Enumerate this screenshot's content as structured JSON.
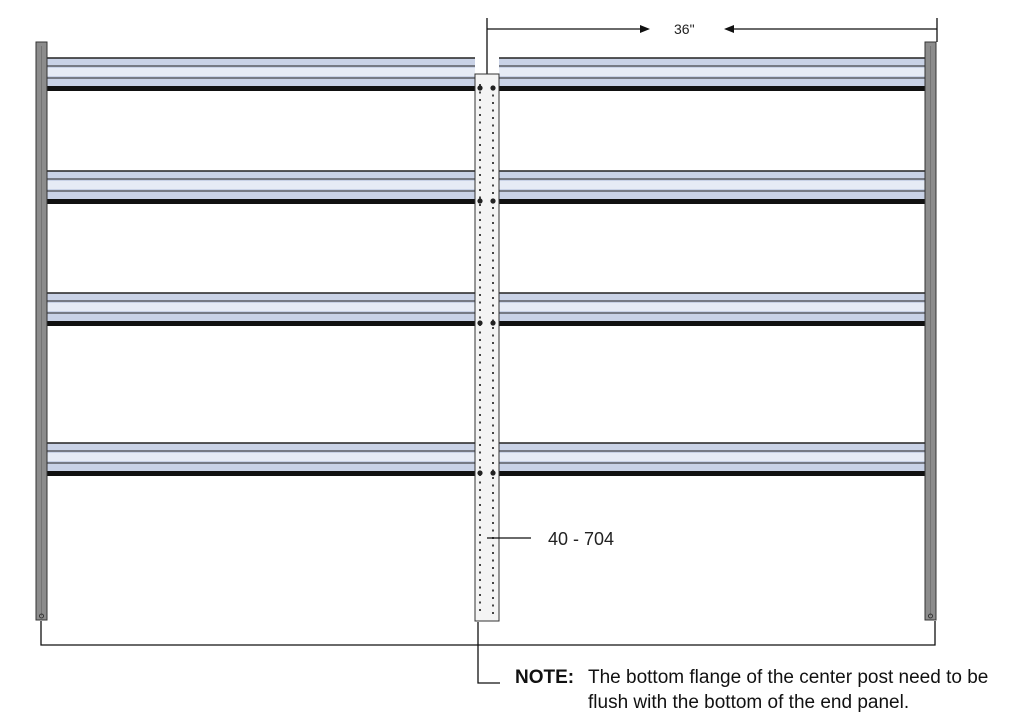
{
  "dimension": {
    "label": "36\""
  },
  "callout": {
    "part_number": "40 - 704"
  },
  "note": {
    "heading": "NOTE:",
    "line1": "The bottom flange of the center post need to be",
    "line2": "flush with the bottom of the end panel."
  },
  "colors": {
    "post": "#8c8c8c",
    "beam_fill": "#c9d2e6",
    "beam_edge": "#111111",
    "center_post": "#f4f4f4",
    "line": "#111111"
  }
}
